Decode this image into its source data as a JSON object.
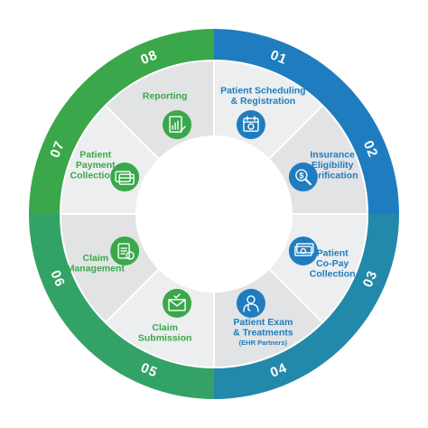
{
  "colors": {
    "green": "#3aa84a",
    "blue": "#1f7dbf",
    "teal": "#2a9b8a",
    "sector_light": "#eceeef",
    "sector_dark": "#e1e3e5",
    "divider": "#ffffff"
  },
  "steps": [
    {
      "number": "01",
      "label_lines": [
        "Patient Scheduling",
        "& Registration"
      ],
      "icon": "calendar-icon"
    },
    {
      "number": "02",
      "label_lines": [
        "Insurance",
        "Eligibility",
        "Verification"
      ],
      "icon": "magnifier-dollar-icon"
    },
    {
      "number": "03",
      "label_lines": [
        "Patient",
        "Co-Pay",
        "Collection"
      ],
      "icon": "cash-icon"
    },
    {
      "number": "04",
      "label_lines": [
        "Patient Exam",
        "& Treatments"
      ],
      "sub_label": "(EHR Partners)",
      "icon": "doctor-icon"
    },
    {
      "number": "05",
      "label_lines": [
        "Claim",
        "Submission"
      ],
      "icon": "envelope-check-icon"
    },
    {
      "number": "06",
      "label_lines": [
        "Claim",
        "Management"
      ],
      "icon": "clipboard-dollar-icon"
    },
    {
      "number": "07",
      "label_lines": [
        "Patient",
        "Payment",
        "Collections"
      ],
      "icon": "credit-card-icon"
    },
    {
      "number": "08",
      "label_lines": [
        "Reporting"
      ],
      "icon": "report-chart-icon"
    }
  ]
}
